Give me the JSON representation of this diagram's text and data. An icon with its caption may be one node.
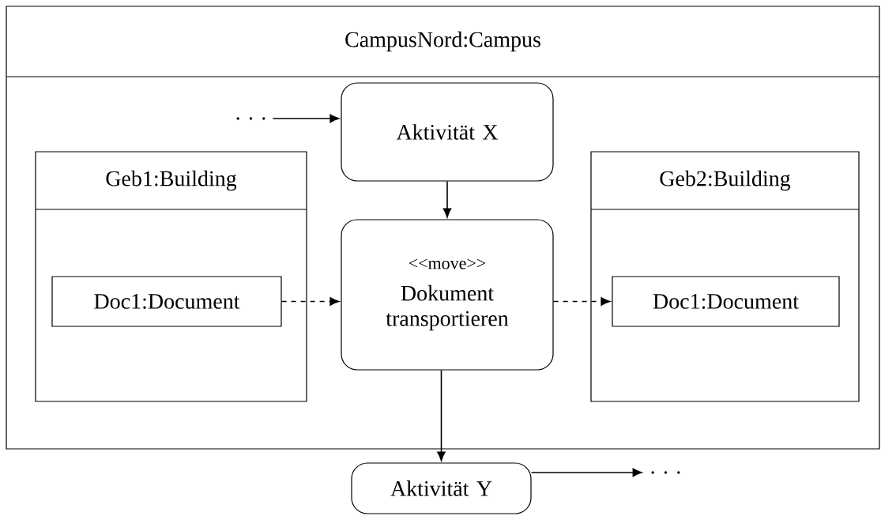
{
  "diagram": {
    "nodes": [
      {
        "text": [
          "CampusNord:Campus"
        ]
      },
      {
        "text": [
          ". . ."
        ],
        "in": 0
      },
      {
        "text": [
          "Aktivität X"
        ],
        "in": 0
      },
      {
        "text": [
          "Geb1:Building"
        ],
        "in": 0
      },
      {
        "text": [
          "Doc1:Document"
        ],
        "in": 3
      },
      {
        "text": [
          "<<move>>",
          "Dokument transportieren"
        ],
        "in": 0
      },
      {
        "text": [
          "Geb2:Building"
        ],
        "in": 0
      },
      {
        "text": [
          "Doc1:Document"
        ],
        "in": 6
      },
      {
        "text": [
          "Aktivität Y"
        ]
      },
      {
        "text": [
          ". . ."
        ]
      }
    ],
    "edges": [
      {
        "from": 1,
        "to": 2,
        "arrow": "to"
      },
      {
        "from": 2,
        "to": 5,
        "arrow": "to"
      },
      {
        "from": 4,
        "to": 5,
        "arrow": "to",
        "style": "dashed"
      },
      {
        "from": 5,
        "to": 7,
        "arrow": "to",
        "style": "dashed"
      },
      {
        "from": 5,
        "to": 8,
        "arrow": "to"
      },
      {
        "from": 8,
        "to": 9,
        "arrow": "to"
      }
    ]
  }
}
